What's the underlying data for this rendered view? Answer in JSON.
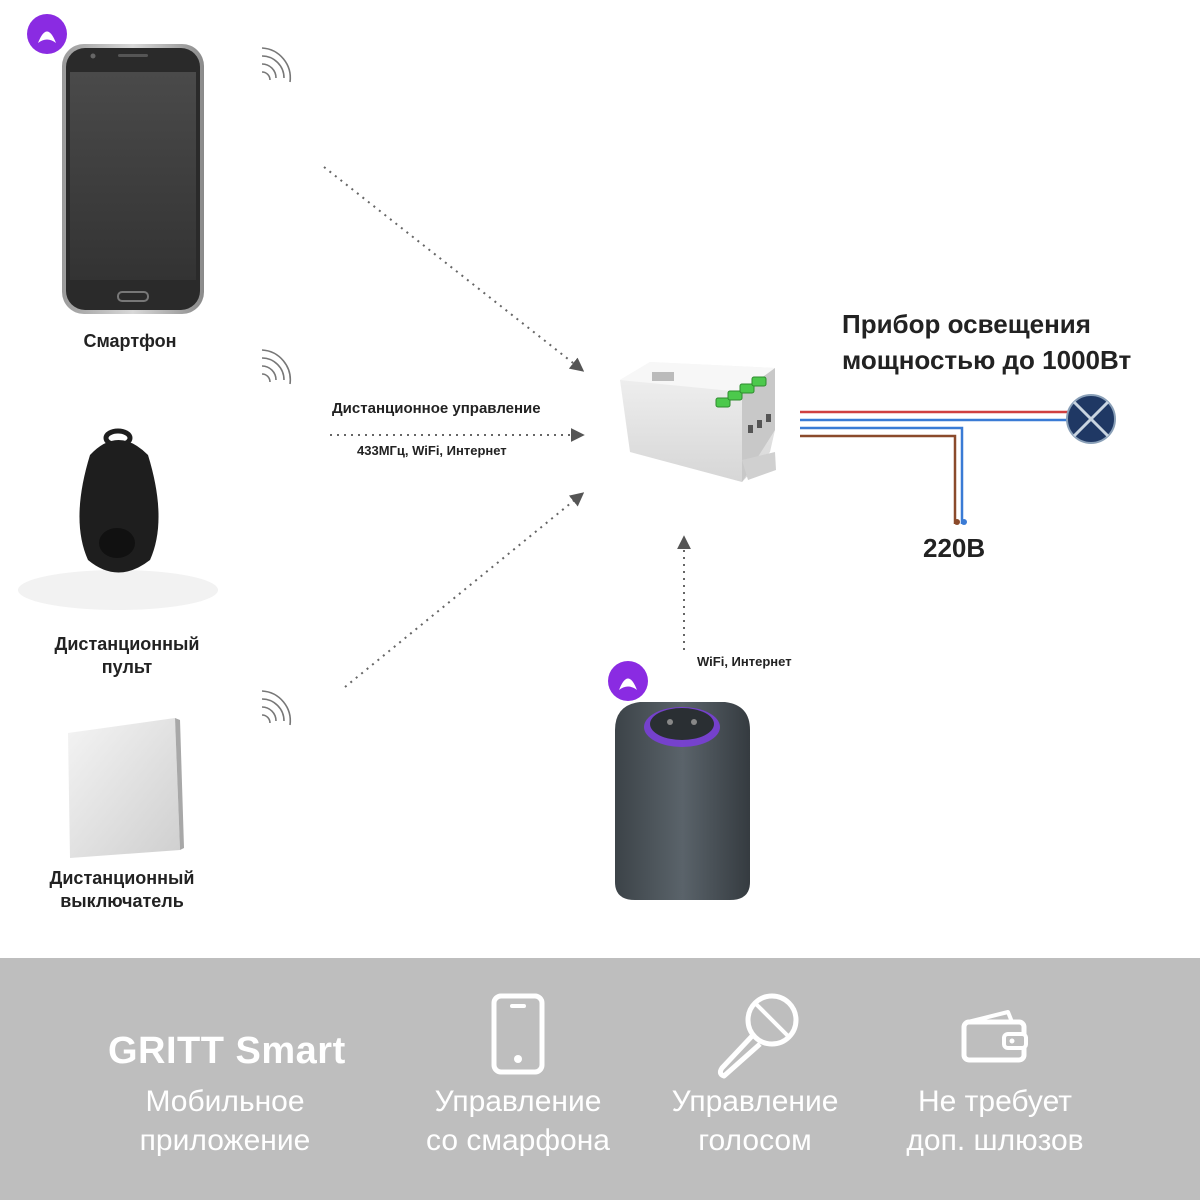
{
  "devices": {
    "smartphone": "Смартфон",
    "remote": "Дистанционный пульт",
    "switch": "Дистанционный выключатель"
  },
  "link": {
    "title": "Дистанционное управление",
    "subtitle": "433МГц, WiFi, Интернет"
  },
  "speaker_link": "WiFi, Интернет",
  "load": {
    "line1": "Прибор освещения",
    "line2": "мощностью до 1000Вт"
  },
  "mains": "220В",
  "icons": {
    "assistant": "alice-icon",
    "signal": "wifi-signal-icon",
    "lamp": "lamp-symbol-icon",
    "phone": "smartphone-icon",
    "mic": "microphone-icon",
    "wallet": "wallet-icon"
  },
  "colors": {
    "assistant": "#8a2be2",
    "wire_red": "#d04040",
    "wire_blue": "#3a7bd5",
    "wire_brown": "#8b4a2b",
    "footer_bg": "#bebebe"
  },
  "footer": {
    "brand": "GRITT Smart",
    "brand_caption_1": "Мобильное",
    "brand_caption_2": "приложение",
    "features": [
      {
        "line1": "Управление",
        "line2": "со смарфона"
      },
      {
        "line1": "Управление",
        "line2": "голосом"
      },
      {
        "line1": "Не требует",
        "line2": "доп. шлюзов"
      }
    ]
  }
}
